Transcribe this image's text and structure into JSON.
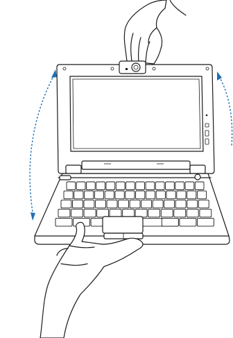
{
  "illustration": {
    "subject": "laptop-with-webcam-adjustment",
    "parts": [
      "upper-hand",
      "webcam",
      "laptop-lid",
      "screen",
      "keyboard",
      "touchpad",
      "lower-hand",
      "tilt-arrows"
    ]
  },
  "colors": {
    "line": "#1a1a1a",
    "arrow": "#1f6fb5",
    "background": "#ffffff"
  },
  "keyboard": {
    "rows": 5,
    "keys_per_row": [
      14,
      14,
      13,
      12,
      9
    ]
  }
}
